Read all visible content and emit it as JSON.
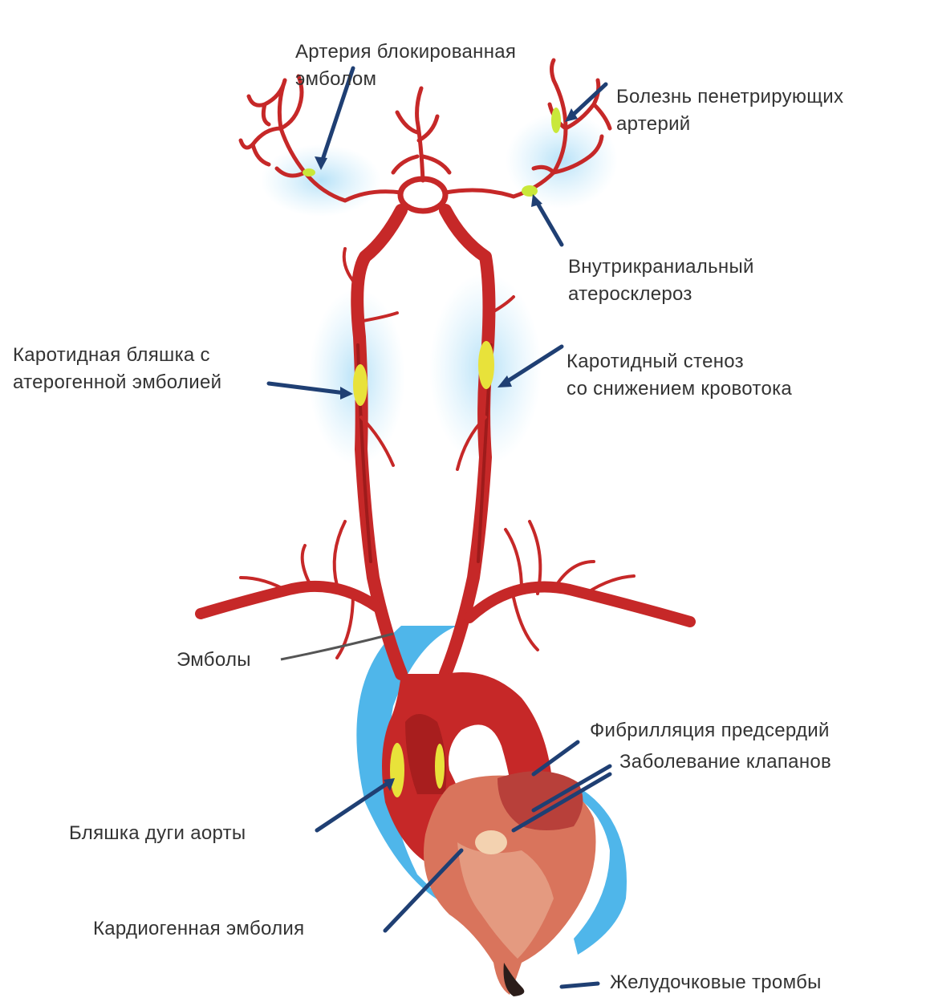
{
  "labels": {
    "embolus_blocked": [
      "Артерия блокированная",
      "эмболом"
    ],
    "penetrating": [
      "Болезнь пенетрирующих",
      "артерий"
    ],
    "intracranial": [
      "Внутрикраниальный",
      "атеросклероз"
    ],
    "carotid_plaque": [
      "Каротидная бляшка с",
      "атерогенной эмболией"
    ],
    "carotid_stenosis": [
      "Каротидный стеноз",
      " со снижением кровотока"
    ],
    "emboli": "Эмболы",
    "atrial_fib": "Фибрилляция предсердий",
    "valve_disease": "Заболевание клапанов",
    "arch_plaque": "Бляшка дуги аорты",
    "cardiogenic": "Кардиогенная эмболия",
    "ventricular": "Желудочковые тромбы"
  },
  "colors": {
    "artery": "#c62828",
    "plaque": "#e8e23a",
    "halo": "#4fb6ea",
    "arrow": "#1f3f73",
    "heart": "#d9745c"
  }
}
